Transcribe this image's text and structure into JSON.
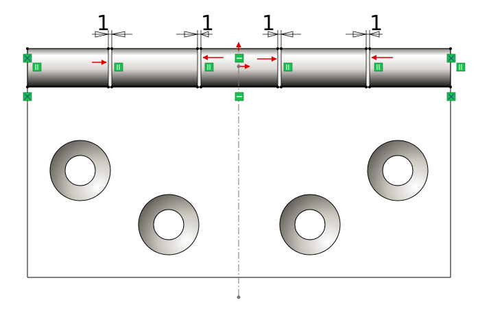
{
  "viewport": {
    "background": "#ffffff",
    "line_color": "#000000",
    "constraint_arrow_color": "#e00000",
    "relation_badge_color": "#18c050",
    "hole_gradient": [
      "#ffffff",
      "#c8c4bc",
      "#5a5650"
    ]
  },
  "dimensions": [
    {
      "value": "1"
    },
    {
      "value": "1"
    },
    {
      "value": "1"
    },
    {
      "value": "1"
    }
  ],
  "relation_icons": [
    {
      "icon": "coincident-relation-icon"
    },
    {
      "icon": "vertical-relation-icon"
    },
    {
      "icon": "horizontal-relation-icon"
    },
    {
      "icon": "fix-relation-icon"
    }
  ]
}
